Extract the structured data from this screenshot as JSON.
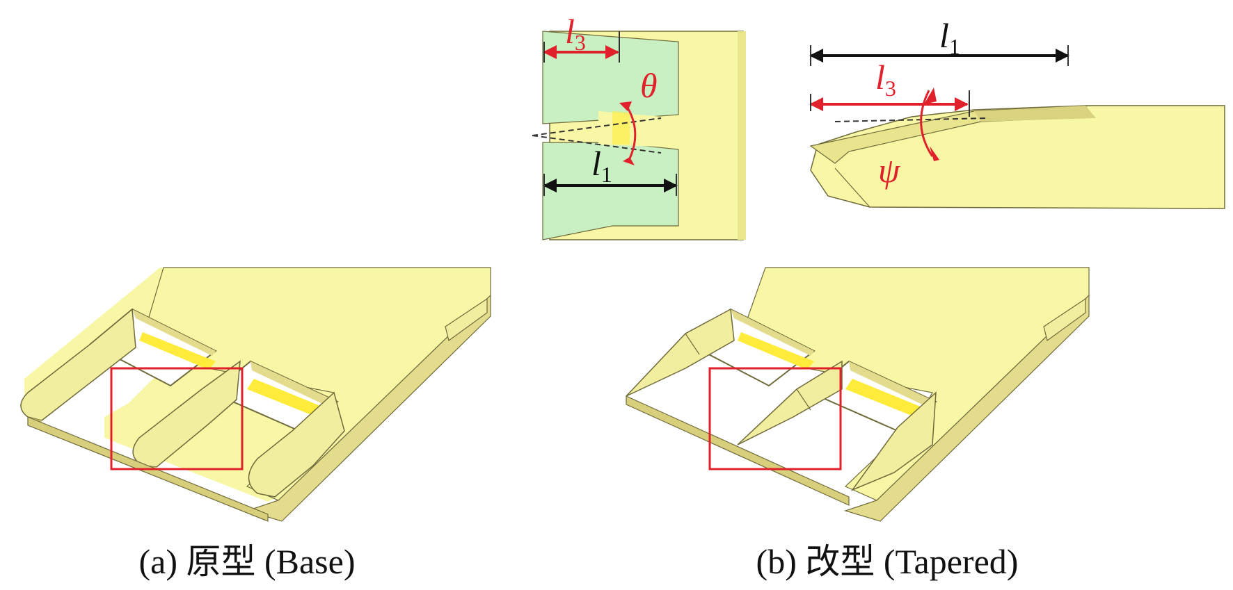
{
  "colors": {
    "part_face": "#f7f7a6",
    "part_side": "#e3dc8c",
    "part_edge": "#6f6a3a",
    "inner_face": "#ffec3a",
    "green_region": "#c9f0c2",
    "highlight_box": "#e0202a",
    "dim_red": "#e0202a",
    "dim_black": "#111111"
  },
  "views": {
    "top": {
      "labels": {
        "l3": {
          "base": "l",
          "sub": "3"
        },
        "theta": "θ",
        "l1": {
          "base": "l",
          "sub": "1"
        }
      }
    },
    "side": {
      "labels": {
        "l1": {
          "base": "l",
          "sub": "1"
        },
        "l3": {
          "base": "l",
          "sub": "3"
        },
        "psi": "ψ"
      }
    }
  },
  "panels": {
    "a": {
      "caption": "(a) 原型 (Base)"
    },
    "b": {
      "caption": "(b) 改型 (Tapered)"
    }
  },
  "icons": {
    "highlight": "square-outline",
    "dimension": "double-arrow"
  }
}
